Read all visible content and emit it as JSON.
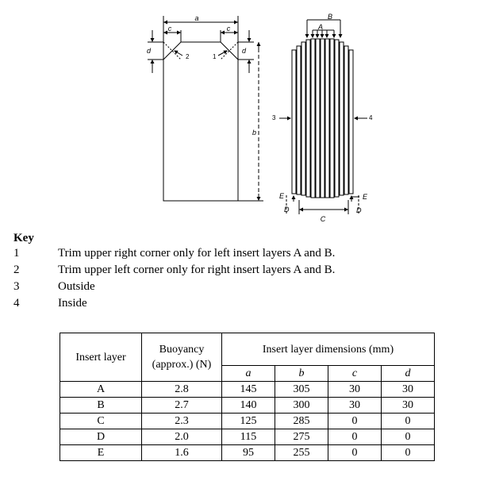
{
  "figure": {
    "left_labels": {
      "a": "a",
      "b": "b",
      "c": "c",
      "d": "d",
      "n1": "1",
      "n2": "2"
    },
    "right_labels": {
      "A": "A",
      "B": "B",
      "C": "C",
      "D": "D",
      "E": "E",
      "n3": "3",
      "n4": "4"
    }
  },
  "key": {
    "heading": "Key",
    "items": [
      {
        "num": "1",
        "text": "Trim upper right corner only for left insert layers A and B."
      },
      {
        "num": "2",
        "text": "Trim upper left corner only for right insert layers A and B."
      },
      {
        "num": "3",
        "text": "Outside"
      },
      {
        "num": "4",
        "text": "Inside"
      }
    ]
  },
  "table": {
    "header": {
      "layer": "Insert layer",
      "buoyancy": "Buoyancy (approx.) (N)",
      "dimensions": "Insert layer dimensions (mm)",
      "cols": [
        "a",
        "b",
        "c",
        "d"
      ]
    },
    "rows": [
      {
        "layer": "A",
        "buoyancy": "2.8",
        "a": "145",
        "b": "305",
        "c": "30",
        "d": "30"
      },
      {
        "layer": "B",
        "buoyancy": "2.7",
        "a": "140",
        "b": "300",
        "c": "30",
        "d": "30"
      },
      {
        "layer": "C",
        "buoyancy": "2.3",
        "a": "125",
        "b": "285",
        "c": "0",
        "d": "0"
      },
      {
        "layer": "D",
        "buoyancy": "2.0",
        "a": "115",
        "b": "275",
        "c": "0",
        "d": "0"
      },
      {
        "layer": "E",
        "buoyancy": "1.6",
        "a": "95",
        "b": "255",
        "c": "0",
        "d": "0"
      }
    ]
  }
}
